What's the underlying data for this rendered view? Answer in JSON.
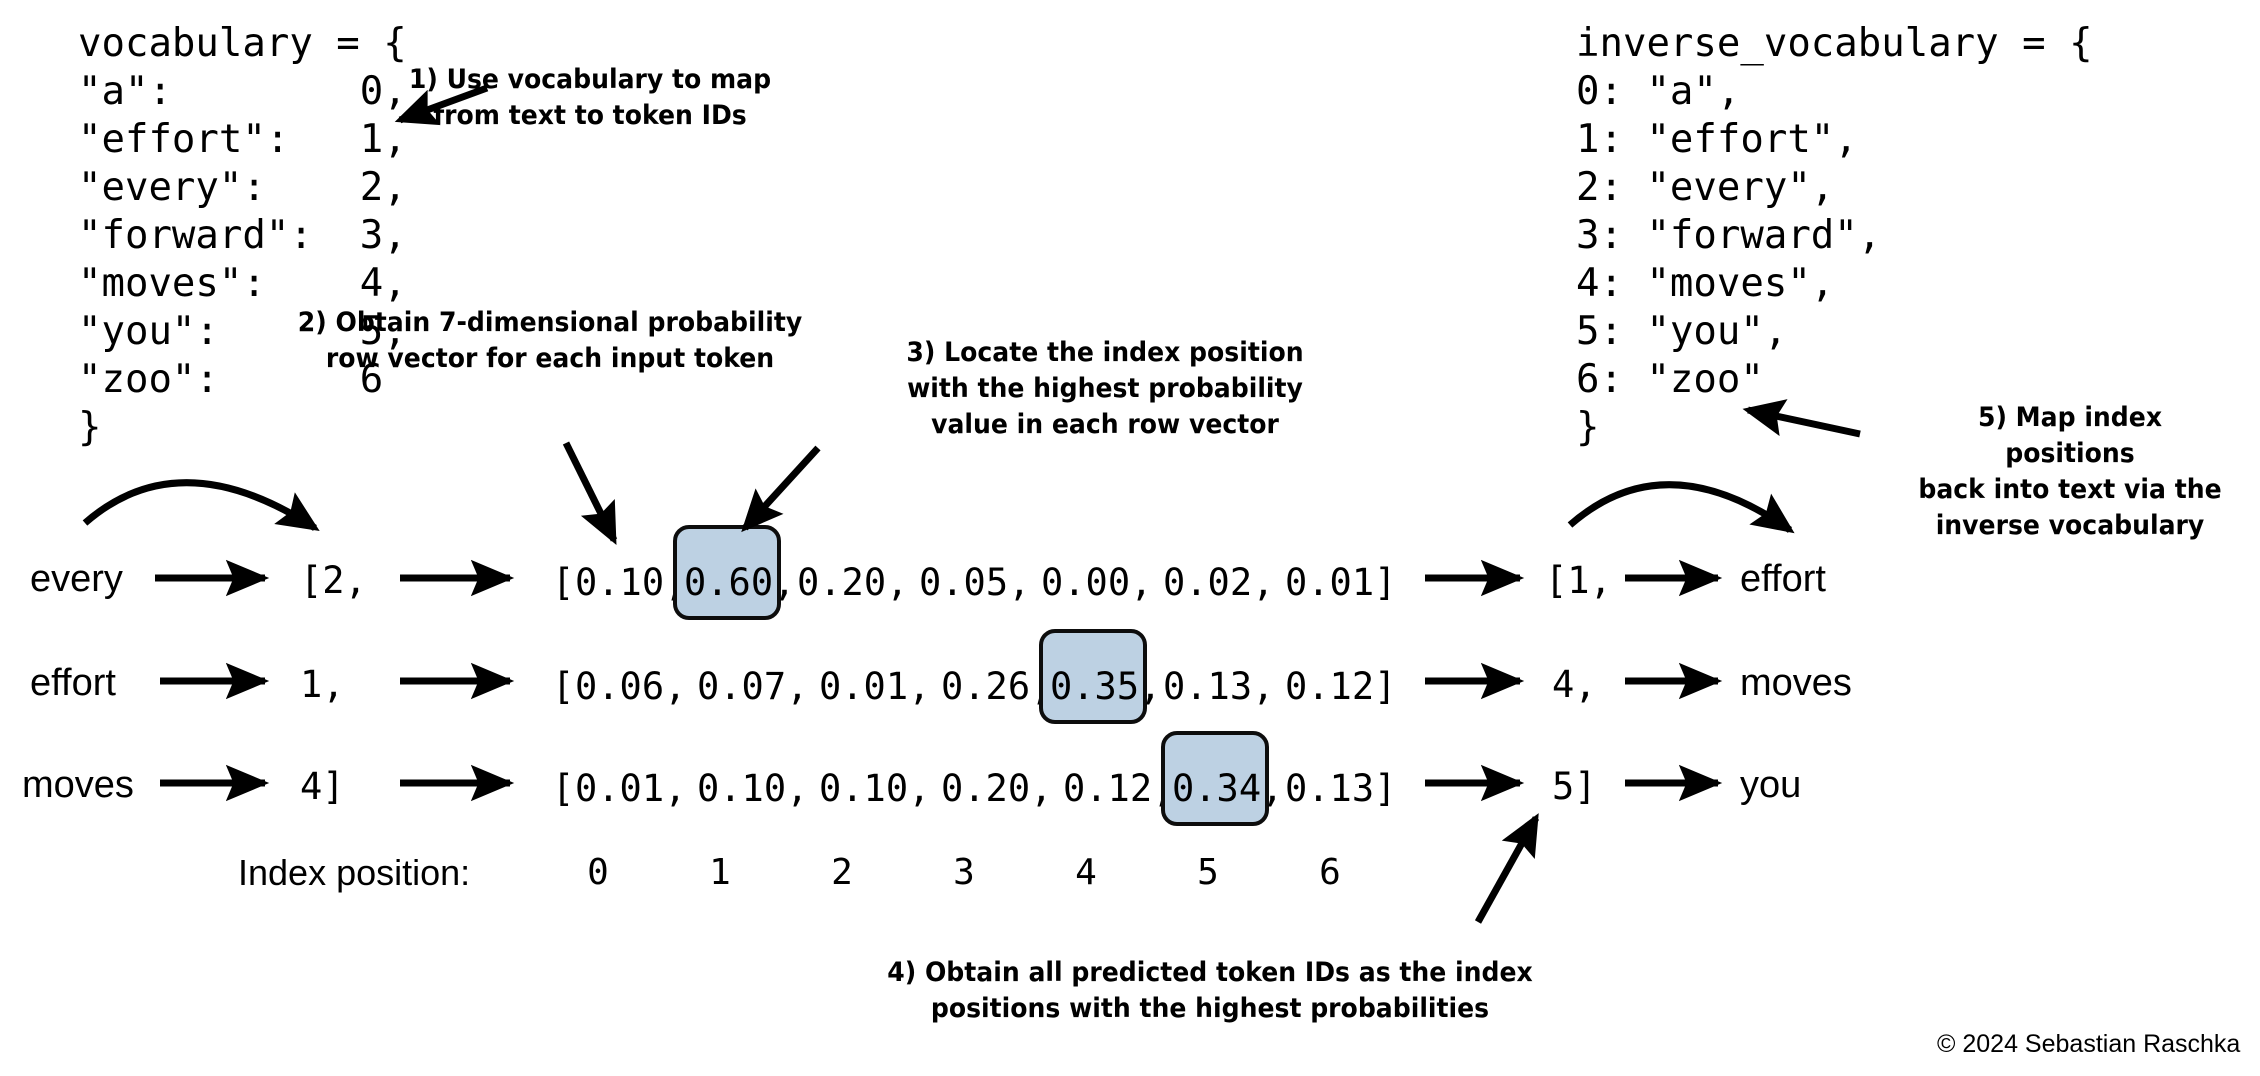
{
  "vocabulary_block": {
    "title": "vocabulary = {",
    "entries": [
      {
        "key": "\"a\":",
        "value": "0,"
      },
      {
        "key": "\"effort\":",
        "value": "1,"
      },
      {
        "key": "\"every\":",
        "value": "2,"
      },
      {
        "key": "\"forward\":",
        "value": "3,"
      },
      {
        "key": "\"moves\":",
        "value": "4,"
      },
      {
        "key": "\"you\":",
        "value": "5,"
      },
      {
        "key": "\"zoo\":",
        "value": "6"
      }
    ],
    "close": "}",
    "text": "vocabulary = {\n\"a\":        0,\n\"effort\":   1,\n\"every\":    2,\n\"forward\":  3,\n\"moves\":    4,\n\"you\":      5,\n\"zoo\":      6\n}"
  },
  "inverse_vocabulary_block": {
    "title": "inverse_vocabulary = {",
    "entries": [
      {
        "key": "0:",
        "value": "\"a\","
      },
      {
        "key": "1:",
        "value": "\"effort\","
      },
      {
        "key": "2:",
        "value": "\"every\","
      },
      {
        "key": "3:",
        "value": "\"forward\","
      },
      {
        "key": "4:",
        "value": "\"moves\","
      },
      {
        "key": "5:",
        "value": "\"you\","
      },
      {
        "key": "6:",
        "value": "\"zoo\""
      }
    ],
    "close": "}",
    "text": "inverse_vocabulary = {\n0: \"a\",\n1: \"effort\",\n2: \"every\",\n3: \"forward\",\n4: \"moves\",\n5: \"you\",\n6: \"zoo\"\n}"
  },
  "callouts": {
    "step1": "1) Use vocabulary to map\nfrom text to token IDs",
    "step2": "2) Obtain 7-dimensional probability\nrow vector for each input token",
    "step3": "3) Locate the index position\nwith the highest probability\nvalue in each row vector",
    "step4": "4) Obtain all predicted token IDs as the index\npositions with the highest probabilities",
    "step5": "5) Map index positions\nback into text via the\ninverse vocabulary"
  },
  "rows": [
    {
      "input_token": "every",
      "input_id": "[2,",
      "probs": [
        "0.10,",
        "0.60,",
        "0.20,",
        "0.05,",
        "0.00,",
        "0.02,",
        "0.01]"
      ],
      "open_bracket": "[",
      "highlight_index": 1,
      "output_id": "[1,",
      "output_token": "effort"
    },
    {
      "input_token": "effort",
      "input_id": "1,",
      "probs": [
        "0.06,",
        "0.07,",
        "0.01,",
        "0.26,",
        "0.35,",
        "0.13,",
        "0.12]"
      ],
      "open_bracket": "[",
      "highlight_index": 4,
      "output_id": "4,",
      "output_token": "moves"
    },
    {
      "input_token": "moves",
      "input_id": "4]",
      "probs": [
        "0.01,",
        "0.10,",
        "0.10,",
        "0.20,",
        "0.12,",
        "0.34,",
        "0.13]"
      ],
      "open_bracket": "[",
      "highlight_index": 5,
      "output_id": "5]",
      "output_token": "you"
    }
  ],
  "index_axis": {
    "label": "Index position:",
    "ticks": [
      "0",
      "1",
      "2",
      "3",
      "4",
      "5",
      "6"
    ]
  },
  "colors": {
    "highlight_fill": "#bdd1e3",
    "highlight_border": "#0d0d0d",
    "ink": "#000000",
    "background": "#ffffff"
  },
  "footer": {
    "copyright": "© 2024 Sebastian Raschka"
  }
}
